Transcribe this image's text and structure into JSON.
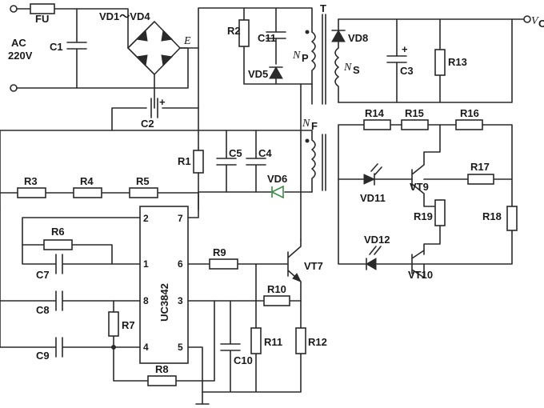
{
  "labels": {
    "fu": "FU",
    "bridge": "VD1～VD4",
    "ac": "AC",
    "ac_volt": "220V",
    "c1": "C1",
    "c2": "C2",
    "node_e": "E",
    "r2": "R2",
    "c11": "C11",
    "np": "N",
    "np_sub": "P",
    "vd5": "VD5",
    "t": "T",
    "vd8": "VD8",
    "ns": "N",
    "ns_sub": "S",
    "c3": "C3",
    "r13": "R13",
    "vo": "V",
    "vo_sub": "O",
    "nf": "N",
    "nf_sub": "F",
    "r1": "R1",
    "c5": "C5",
    "c4": "C4",
    "vd6": "VD6",
    "r14": "R14",
    "r15": "R15",
    "r16": "R16",
    "vd11": "VD11",
    "vt9": "VT9",
    "r17": "R17",
    "r18": "R18",
    "r19": "R19",
    "vd12": "VD12",
    "vt10": "VT10",
    "r3": "R3",
    "r4": "R4",
    "r5": "R5",
    "r6": "R6",
    "c7": "C7",
    "c8": "C8",
    "c9": "C9",
    "r7": "R7",
    "r8": "R8",
    "chip": "UC3842",
    "r9": "R9",
    "vt7": "VT7",
    "r10": "R10",
    "r11": "R11",
    "r12": "R12",
    "c10": "C10",
    "plus": "+",
    "pin1": "1",
    "pin2": "2",
    "pin3": "3",
    "pin4": "4",
    "pin5": "5",
    "pin6": "6",
    "pin7": "7",
    "pin8": "8"
  }
}
